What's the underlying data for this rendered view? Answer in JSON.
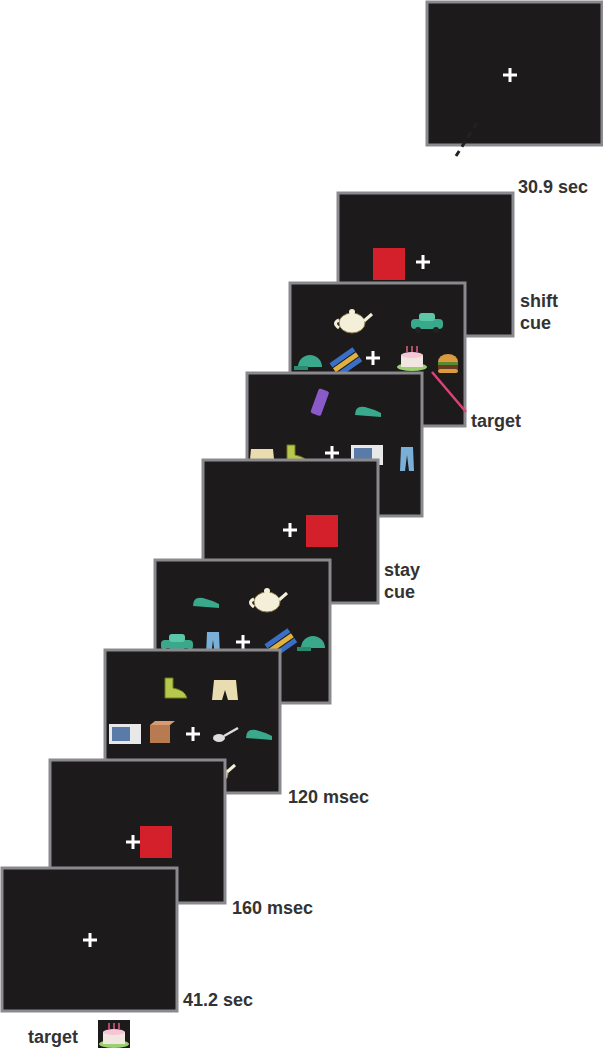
{
  "diagram": {
    "labels": [
      "30.9 sec",
      "shift cue",
      "target",
      "stay cue",
      "120 msec",
      "160 msec",
      "41.2 sec",
      "target"
    ]
  }
}
